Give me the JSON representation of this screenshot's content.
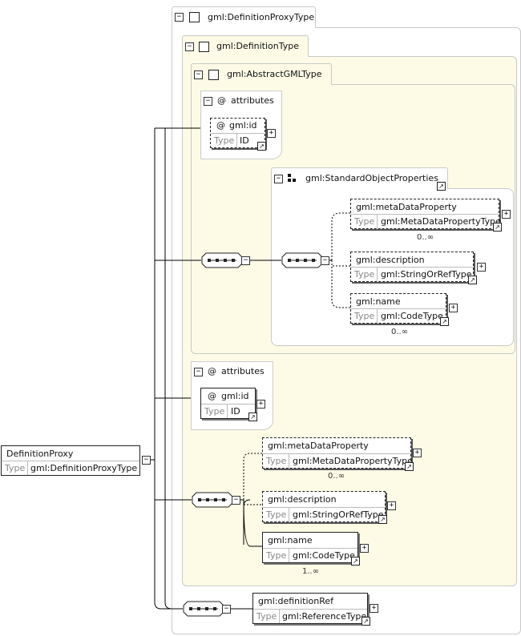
{
  "containers": {
    "proxy_type": "gml:DefinitionProxyType",
    "definition_type": "gml:DefinitionType",
    "abstract_gml_type": "gml:AbstractGMLType",
    "standard_object_properties": "gml:StandardObjectProperties"
  },
  "attributes": {
    "label": "attributes",
    "at_symbol": "@",
    "id_name": "gml:id",
    "id_type": "ID"
  },
  "common": {
    "type_label": "Type",
    "expand": "+",
    "collapse": "−",
    "link": "↗"
  },
  "inner_elements": [
    {
      "name": "gml:metaDataProperty",
      "type": "gml:MetaDataPropertyType",
      "occurrence": "0..∞"
    },
    {
      "name": "gml:description",
      "type": "gml:StringOrRefType",
      "occurrence": ""
    },
    {
      "name": "gml:name",
      "type": "gml:CodeType",
      "occurrence": "0..∞"
    }
  ],
  "outer_elements": [
    {
      "name": "gml:metaDataProperty",
      "type": "gml:MetaDataPropertyType",
      "occurrence": "0..∞"
    },
    {
      "name": "gml:description",
      "type": "gml:StringOrRefType",
      "occurrence": ""
    },
    {
      "name": "gml:name",
      "type": "gml:CodeType",
      "occurrence": "1..∞"
    }
  ],
  "definition_ref": {
    "name": "gml:definitionRef",
    "type": "gml:ReferenceType"
  },
  "root": {
    "name": "DefinitionProxy",
    "type": "gml:DefinitionProxyType"
  },
  "colors": {
    "pane_fill": "#fdfbe6",
    "border": "#c9c9c9",
    "line": "#000000"
  }
}
